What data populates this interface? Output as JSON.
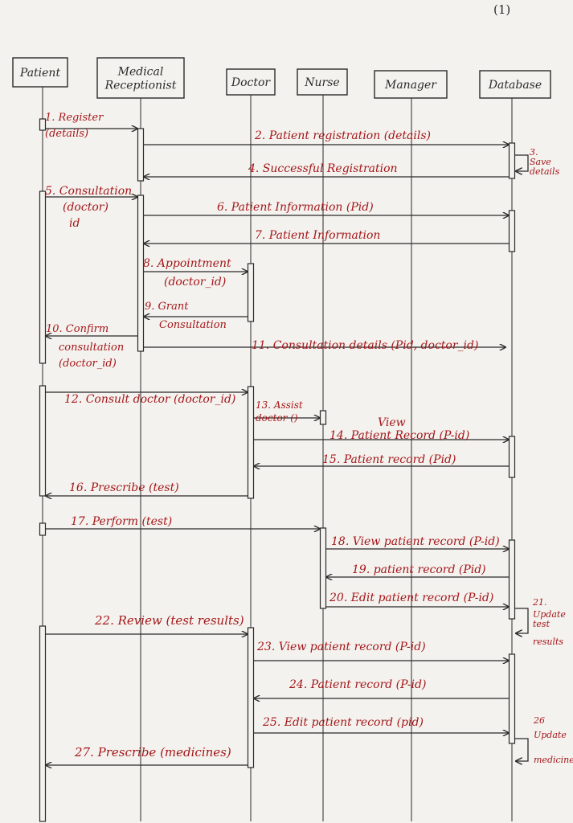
{
  "page_number": "(1)",
  "colors": {
    "ink": "#2a2a2a",
    "annotation": "#a4161a",
    "paper": "#f4f2ee"
  },
  "actors": [
    {
      "id": "patient",
      "label_lines": [
        "Patient"
      ]
    },
    {
      "id": "receptionist",
      "label_lines": [
        "Medical",
        "Receptionist"
      ]
    },
    {
      "id": "doctor",
      "label_lines": [
        "Doctor"
      ]
    },
    {
      "id": "nurse",
      "label_lines": [
        "Nurse"
      ]
    },
    {
      "id": "manager",
      "label_lines": [
        "Manager"
      ]
    },
    {
      "id": "database",
      "label_lines": [
        "Database"
      ]
    }
  ],
  "messages": [
    {
      "n": "1",
      "from": "patient",
      "to": "receptionist",
      "label_lines": [
        "1. Register",
        "(details)"
      ]
    },
    {
      "n": "2",
      "from": "receptionist",
      "to": "database",
      "label_lines": [
        "2. Patient registration (details)"
      ]
    },
    {
      "n": "3",
      "from": "database",
      "to": "database",
      "label_lines": [
        "3.",
        "Save",
        "details"
      ]
    },
    {
      "n": "4",
      "from": "database",
      "to": "receptionist",
      "label_lines": [
        "4. Successful Registration"
      ]
    },
    {
      "n": "5",
      "from": "patient",
      "to": "receptionist",
      "label_lines": [
        "5. Consultation",
        "(doctor)",
        "id"
      ]
    },
    {
      "n": "6",
      "from": "receptionist",
      "to": "database",
      "label_lines": [
        "6. Patient Information (Pid)"
      ]
    },
    {
      "n": "7",
      "from": "database",
      "to": "receptionist",
      "label_lines": [
        "7. Patient Information"
      ]
    },
    {
      "n": "8",
      "from": "receptionist",
      "to": "doctor",
      "label_lines": [
        "8. Appointment",
        "(doctor_id)"
      ]
    },
    {
      "n": "9",
      "from": "doctor",
      "to": "receptionist",
      "label_lines": [
        "9. Grant",
        "Consultation"
      ]
    },
    {
      "n": "10",
      "from": "receptionist",
      "to": "patient",
      "label_lines": [
        "10. Confirm",
        "consultation",
        "(doctor_id)"
      ]
    },
    {
      "n": "11",
      "from": "receptionist",
      "to": "database",
      "label_lines": [
        "11. Consultation details (Pid, doctor_id)"
      ]
    },
    {
      "n": "12",
      "from": "patient",
      "to": "doctor",
      "label_lines": [
        "12. Consult doctor (doctor_id)"
      ]
    },
    {
      "n": "13",
      "from": "doctor",
      "to": "nurse",
      "label_lines": [
        "13. Assist",
        "doctor ()"
      ]
    },
    {
      "n": "14",
      "from": "doctor",
      "to": "database",
      "label_lines": [
        "View",
        "14. Patient Record (P-id)"
      ]
    },
    {
      "n": "15",
      "from": "database",
      "to": "doctor",
      "label_lines": [
        "15. Patient record (Pid)"
      ]
    },
    {
      "n": "16",
      "from": "doctor",
      "to": "patient",
      "label_lines": [
        "16. Prescribe (test)"
      ]
    },
    {
      "n": "17",
      "from": "patient",
      "to": "nurse",
      "label_lines": [
        "17. Perform (test)"
      ]
    },
    {
      "n": "18",
      "from": "nurse",
      "to": "database",
      "label_lines": [
        "18. View patient record (P-id)"
      ]
    },
    {
      "n": "19",
      "from": "database",
      "to": "nurse",
      "label_lines": [
        "19. patient record (Pid)"
      ]
    },
    {
      "n": "20",
      "from": "nurse",
      "to": "database",
      "label_lines": [
        "20. Edit patient record (P-id)"
      ]
    },
    {
      "n": "21",
      "from": "database",
      "to": "database",
      "label_lines": [
        "21.",
        "Update",
        "test",
        "results"
      ]
    },
    {
      "n": "22",
      "from": "patient",
      "to": "doctor",
      "label_lines": [
        "22. Review (test results)"
      ]
    },
    {
      "n": "23",
      "from": "doctor",
      "to": "database",
      "label_lines": [
        "23. View patient record (P-id)"
      ]
    },
    {
      "n": "24",
      "from": "database",
      "to": "doctor",
      "label_lines": [
        "24. Patient record (P-id)"
      ]
    },
    {
      "n": "25",
      "from": "doctor",
      "to": "database",
      "label_lines": [
        "25. Edit patient record (pid)"
      ]
    },
    {
      "n": "26",
      "from": "database",
      "to": "database",
      "label_lines": [
        "26",
        "Update",
        "medicines"
      ]
    },
    {
      "n": "27",
      "from": "doctor",
      "to": "patient",
      "label_lines": [
        "27. Prescribe (medicines)"
      ]
    }
  ]
}
